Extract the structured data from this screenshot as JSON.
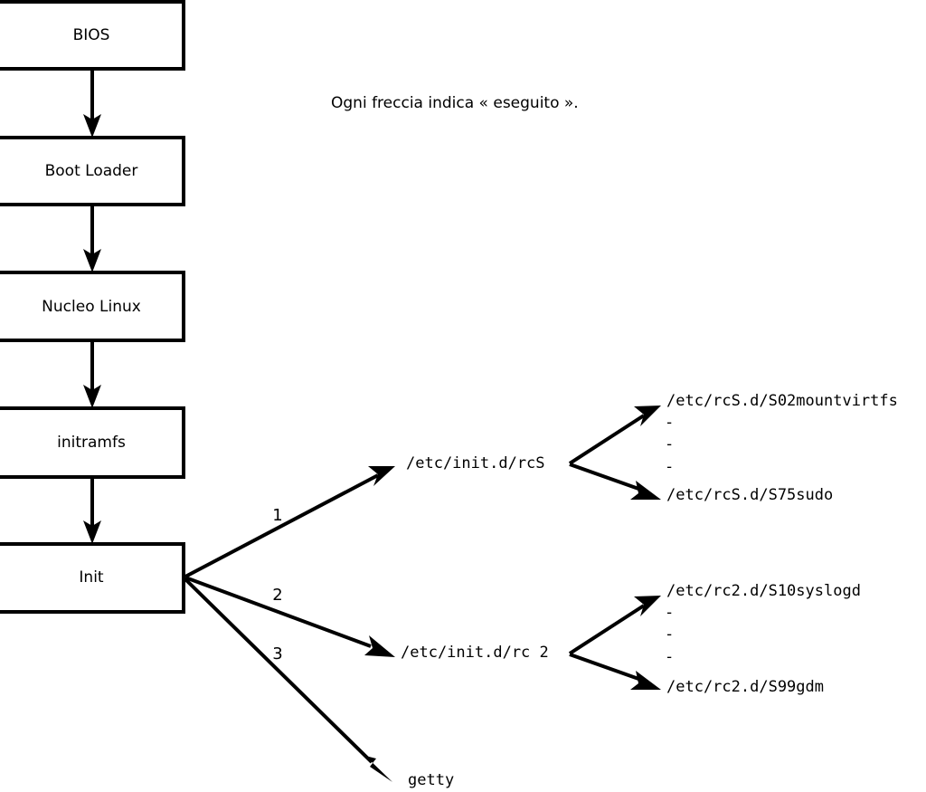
{
  "caption": {
    "text": "Ogni freccia indica « eseguito »."
  },
  "boot_chain": {
    "nodes": [
      {
        "id": "bios",
        "label": "BIOS"
      },
      {
        "id": "bootldr",
        "label": "Boot Loader"
      },
      {
        "id": "kernel",
        "label": "Nucleo Linux"
      },
      {
        "id": "initrd",
        "label": "initramfs"
      },
      {
        "id": "init",
        "label": "Init"
      }
    ]
  },
  "init_branches": {
    "numbers": [
      "1",
      "2",
      "3"
    ],
    "targets": [
      {
        "number": "1",
        "label": "/etc/init.d/rcS"
      },
      {
        "number": "2",
        "label": "/etc/init.d/rc 2"
      },
      {
        "number": "3",
        "label": "getty"
      }
    ]
  },
  "rcs_scripts": {
    "first": "/etc/rcS.d/S02mountvirtfs",
    "ellipsis": [
      "-",
      "-",
      "-"
    ],
    "last": "/etc/rcS.d/S75sudo"
  },
  "rc2_scripts": {
    "first": "/etc/rc2.d/S10syslogd",
    "ellipsis": [
      "-",
      "-",
      "-"
    ],
    "last": "/etc/rc2.d/S99gdm"
  },
  "colors": {
    "stroke": "#000000",
    "fill": "#ffffff",
    "background": "#ffffff"
  }
}
